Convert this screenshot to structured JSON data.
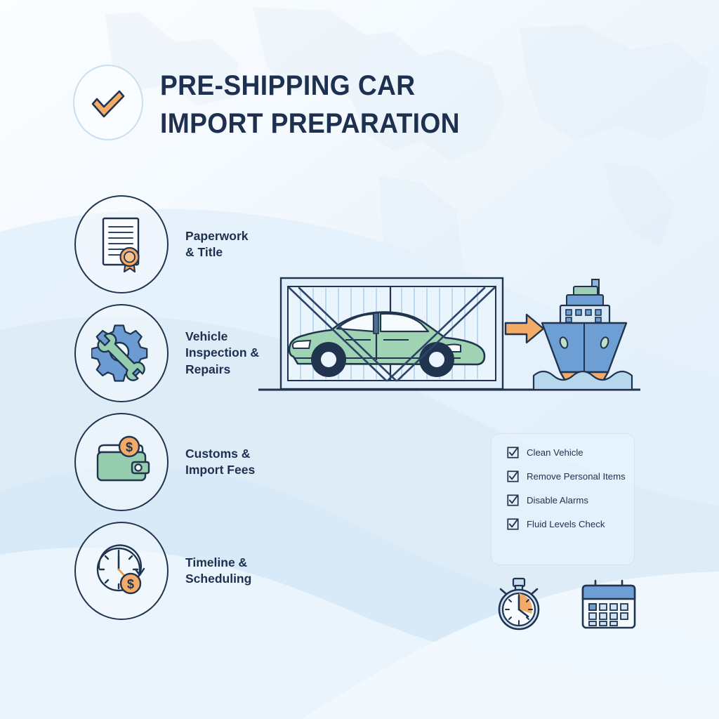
{
  "header": {
    "logo_icon": "checkmark-icon",
    "title": "PRE-SHIPPING CAR IMPORT PREPARATION",
    "title_color": "#1e3050"
  },
  "steps": [
    {
      "icon": "document-certificate-icon",
      "label": "Paperwork\n& Title"
    },
    {
      "icon": "gear-wrench-icon",
      "label": "Vehicle\nInspection &\nRepairs"
    },
    {
      "icon": "wallet-coin-icon",
      "label": "Customs &\nImport Fees"
    },
    {
      "icon": "clock-coin-icon",
      "label": "Timeline &\nScheduling"
    }
  ],
  "illustration": {
    "container_icon": "shipping-container-with-car",
    "car_icon": "green-sedan-car",
    "arrow_icon": "right-arrow-icon",
    "ship_icon": "cargo-ship-icon"
  },
  "checklist": {
    "items": [
      {
        "icon": "checkbox-checked-icon",
        "label": "Clean Vehicle"
      },
      {
        "icon": "checkbox-checked-icon",
        "label": "Remove Personal Items"
      },
      {
        "icon": "checkbox-checked-icon",
        "label": "Disable Alarms"
      },
      {
        "icon": "checkbox-checked-icon",
        "label": "Fluid Levels Check"
      }
    ]
  },
  "bottom_icons": [
    {
      "icon": "stopwatch-icon"
    },
    {
      "icon": "calendar-icon"
    }
  ],
  "palette": {
    "navy": "#20344f",
    "title_navy": "#1e3050",
    "orange": "#f3a860",
    "green": "#96cdae",
    "car_green": "#9fd3b4",
    "blue": "#6b9bd1",
    "ship_blue": "#6e9fd4",
    "bg_light": "#eef5fb",
    "border_light": "#cfe4f5"
  }
}
